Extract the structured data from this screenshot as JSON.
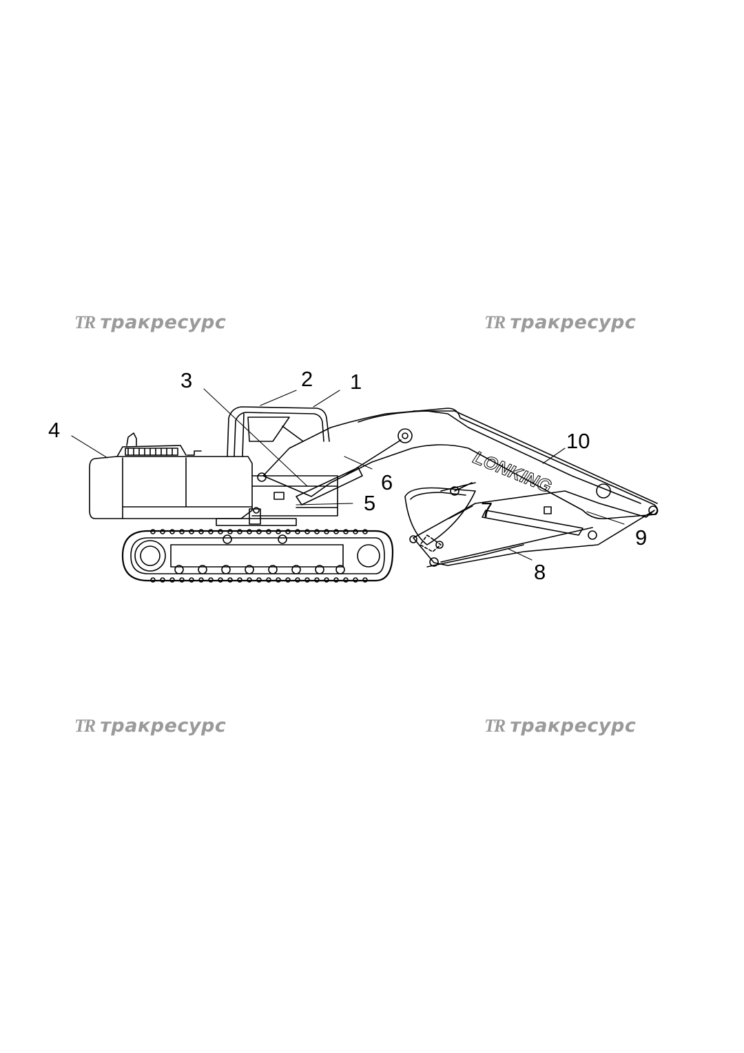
{
  "watermarks": [
    {
      "logo": "TR",
      "text": "тракресурс"
    },
    {
      "logo": "TR",
      "text": "тракресурс"
    },
    {
      "logo": "TR",
      "text": "тракресурс"
    },
    {
      "logo": "TR",
      "text": "тракресурс"
    }
  ],
  "brand_on_boom": "LONKING",
  "callouts": [
    "1",
    "2",
    "3",
    "4",
    "5",
    "6",
    "7",
    "8",
    "9",
    "10"
  ]
}
